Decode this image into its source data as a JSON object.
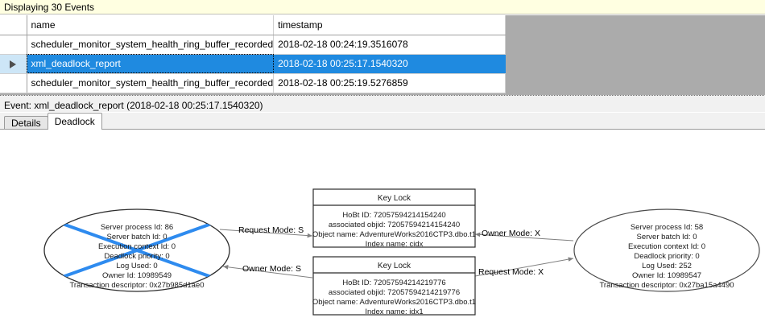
{
  "banner": {
    "text": "Displaying 30 Events"
  },
  "grid": {
    "columns": [
      "",
      "name",
      "timestamp"
    ],
    "rows": [
      {
        "selected": false,
        "pointer": "",
        "name": "scheduler_monitor_system_health_ring_buffer_recorded",
        "timestamp": "2018-02-18 00:24:19.3516078"
      },
      {
        "selected": true,
        "pointer": "row-pointer-icon",
        "name": "xml_deadlock_report",
        "timestamp": "2018-02-18 00:25:17.1540320"
      },
      {
        "selected": false,
        "pointer": "",
        "name": "scheduler_monitor_system_health_ring_buffer_recorded",
        "timestamp": "2018-02-18 00:25:19.5276859"
      }
    ]
  },
  "event_header": {
    "text": "Event: xml_deadlock_report (2018-02-18 00:25:17.1540320)"
  },
  "tabs": [
    {
      "label": "Details",
      "active": false
    },
    {
      "label": "Deadlock",
      "active": true
    }
  ],
  "deadlock": {
    "victim_process": {
      "lines": [
        "Server process Id: 86",
        "Server batch Id: 0",
        "Execution context Id: 0",
        "Deadlock priority: 0",
        "Log Used: 0",
        "Owner Id: 10989549",
        "Transaction descriptor: 0x27b985d1ae0"
      ],
      "is_victim": true,
      "cross_color": "#2E8BEF"
    },
    "survivor_process": {
      "lines": [
        "Server process Id: 58",
        "Server batch Id: 0",
        "Execution context Id: 0",
        "Deadlock priority: 0",
        "Log Used: 252",
        "Owner Id: 10989547",
        "Transaction descriptor: 0x27ba15a4490"
      ],
      "is_victim": false
    },
    "resource_top": {
      "title": "Key Lock",
      "lines": [
        "HoBt ID: 72057594214154240",
        "associated objid: 72057594214154240",
        "Object name: AdventureWorks2016CTP3.dbo.t1",
        "Index name: cidx"
      ]
    },
    "resource_bottom": {
      "title": "Key Lock",
      "lines": [
        "HoBt ID: 72057594214219776",
        "associated objid: 72057594214219776",
        "Object name: AdventureWorks2016CTP3.dbo.t1",
        "Index name: idx1"
      ]
    },
    "edges": {
      "top_left": "Request Mode: S",
      "top_right": "Owner Mode: X",
      "bottom_left": "Owner Mode: S",
      "bottom_right": "Request Mode: X"
    }
  }
}
